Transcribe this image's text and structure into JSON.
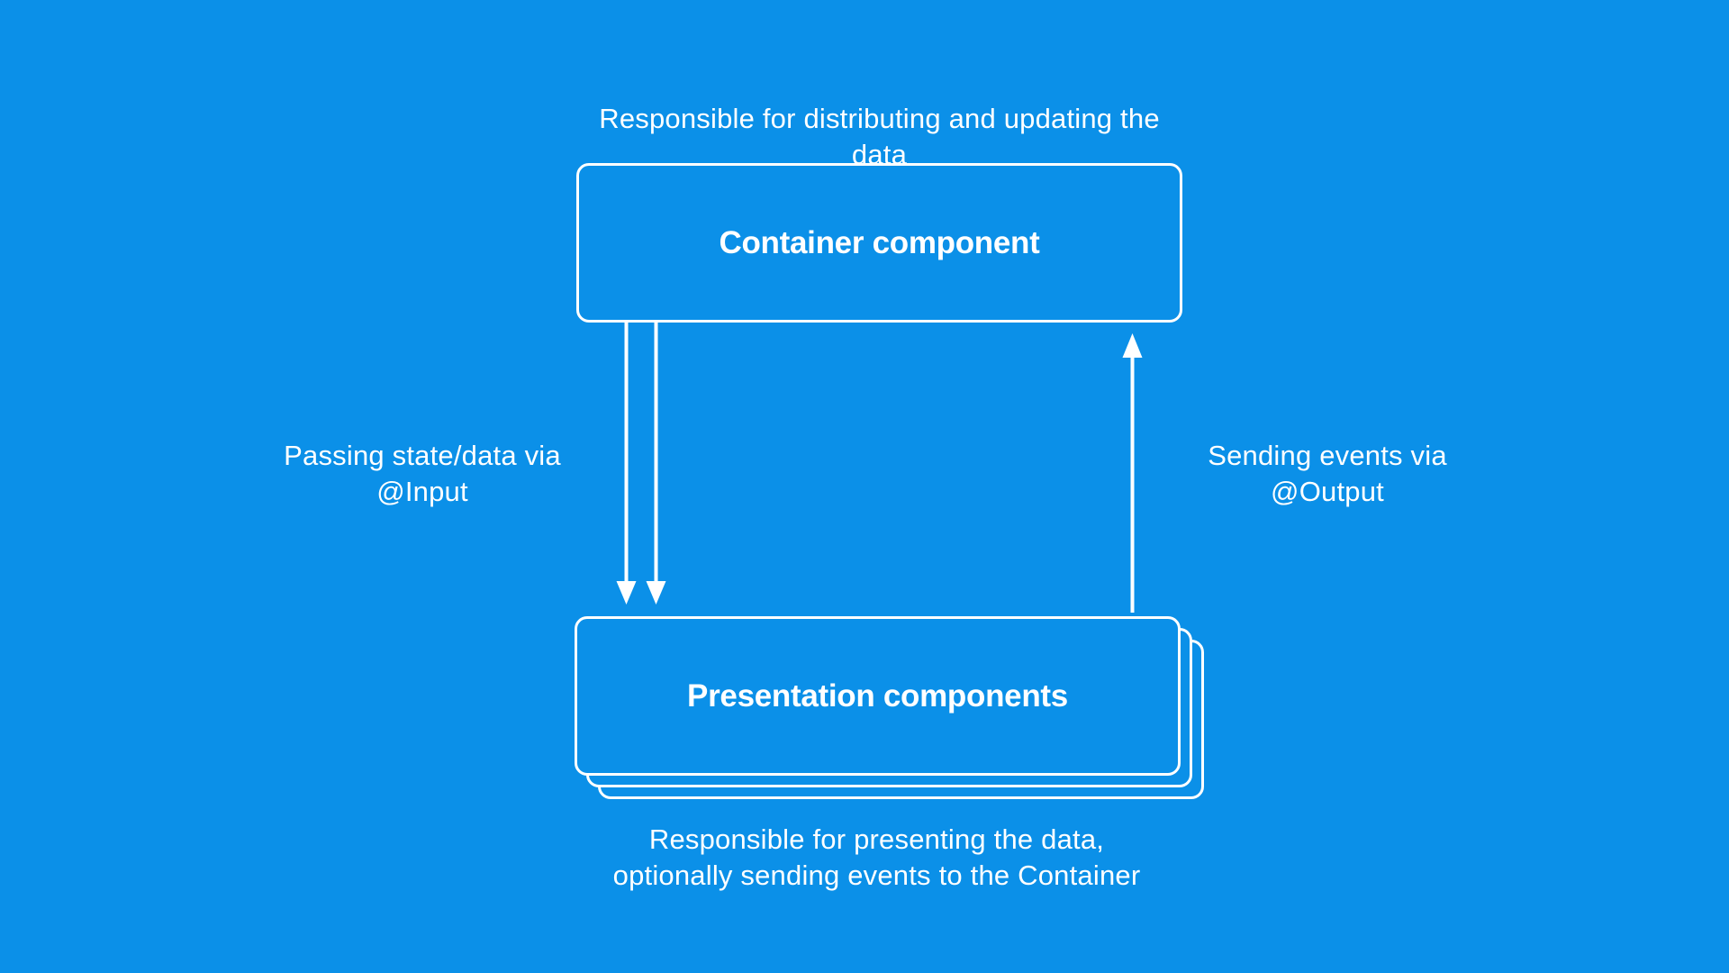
{
  "colors": {
    "background": "#0b90e8",
    "stroke": "#ffffff",
    "text": "#ffffff"
  },
  "diagram": {
    "top_caption": "Responsible for distributing and updating the data",
    "container_box": {
      "label": "Container component"
    },
    "presentation_box": {
      "label": "Presentation components",
      "stack_layers": 3
    },
    "input_arrow_label": {
      "line1": "Passing state/data via",
      "line2": "@Input"
    },
    "output_arrow_label": {
      "line1": "Sending events via",
      "line2": "@Output"
    },
    "bottom_caption": {
      "line1": "Responsible for presenting the data,",
      "line2": "optionally sending events to the Container"
    }
  }
}
